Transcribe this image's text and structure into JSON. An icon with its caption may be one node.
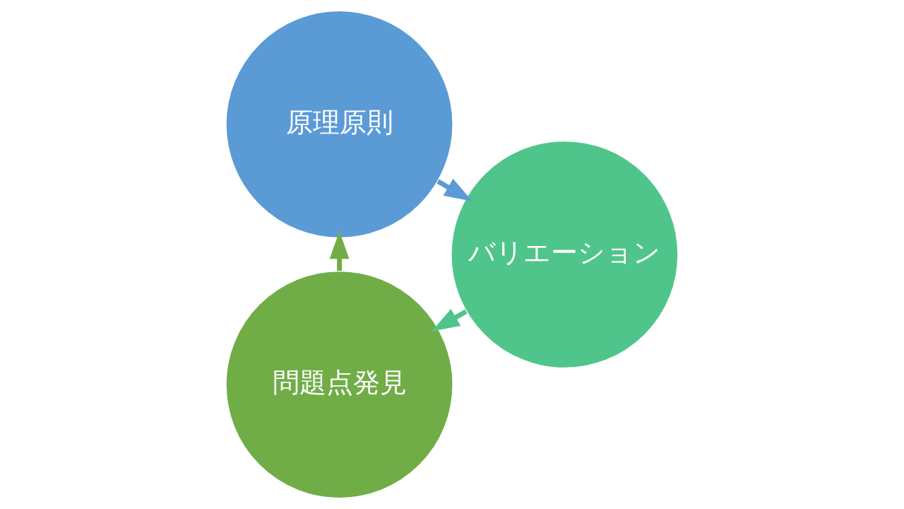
{
  "diagram": {
    "nodes": [
      {
        "text": [
          "問題点発見"
        ]
      },
      {
        "text": [
          "原理原則"
        ]
      },
      {
        "text": [
          "バリエーション"
        ]
      }
    ],
    "edges": [
      {
        "from": 0,
        "to": 1,
        "arrow": "to",
        "color": "#70ad47"
      },
      {
        "from": 1,
        "to": 2,
        "arrow": "to",
        "color": "#5b9bd5"
      },
      {
        "from": 2,
        "to": 0,
        "arrow": "to",
        "color": "#4fc58c"
      }
    ]
  }
}
